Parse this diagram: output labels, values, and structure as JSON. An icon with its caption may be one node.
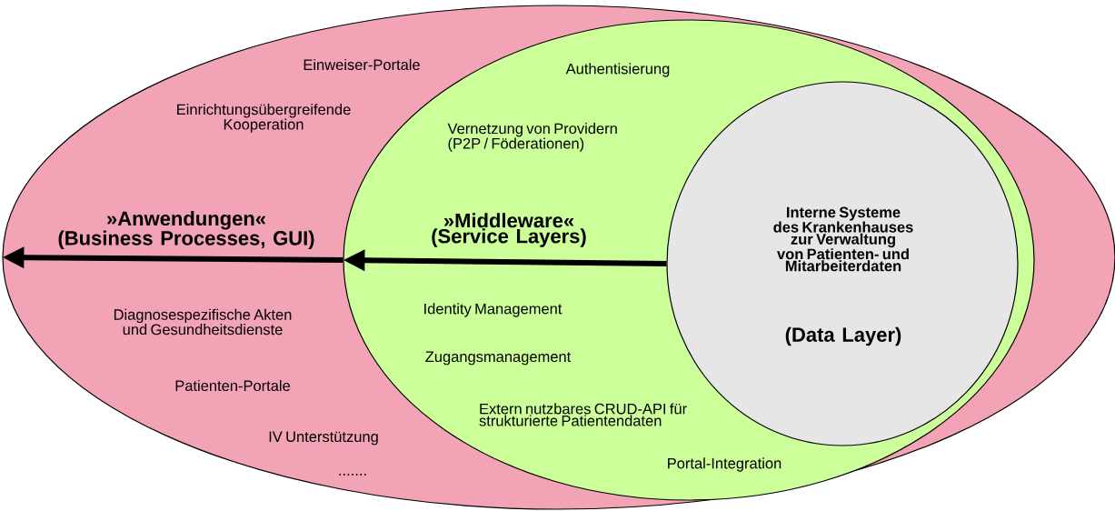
{
  "diagram": {
    "nodes": [
      {
        "text": [
          "»Anwendungen« (Business Processes, GUI)",
          "Einweiser-Portale",
          "Einrichtungsübergreifende Kooperation",
          "Diagnosespezifische Akten und Gesundheitsdienste",
          "Patienten-Portale",
          "IV Unterstützung",
          "......."
        ]
      },
      {
        "text": [
          "»Middleware« (Service Layers)",
          "Authentisierung",
          "Vernetzung von Providern (P2P / Föderationen)",
          "Identity Management",
          "Zugangsmanagement",
          "Extern nutzbares CRUD-API für strukturierte Patientendaten",
          "Portal-Integration"
        ],
        "in": 0
      },
      {
        "text": [
          "Interne Systeme des Krankenhauses zur Verwaltung von Patienten- und Mitarbeiterdaten",
          "(Data Layer)"
        ],
        "in": 1
      }
    ],
    "edges": [
      {
        "from": 2,
        "to": 1,
        "arrow": "to"
      },
      {
        "from": 1,
        "to": 0,
        "arrow": "to"
      }
    ]
  }
}
